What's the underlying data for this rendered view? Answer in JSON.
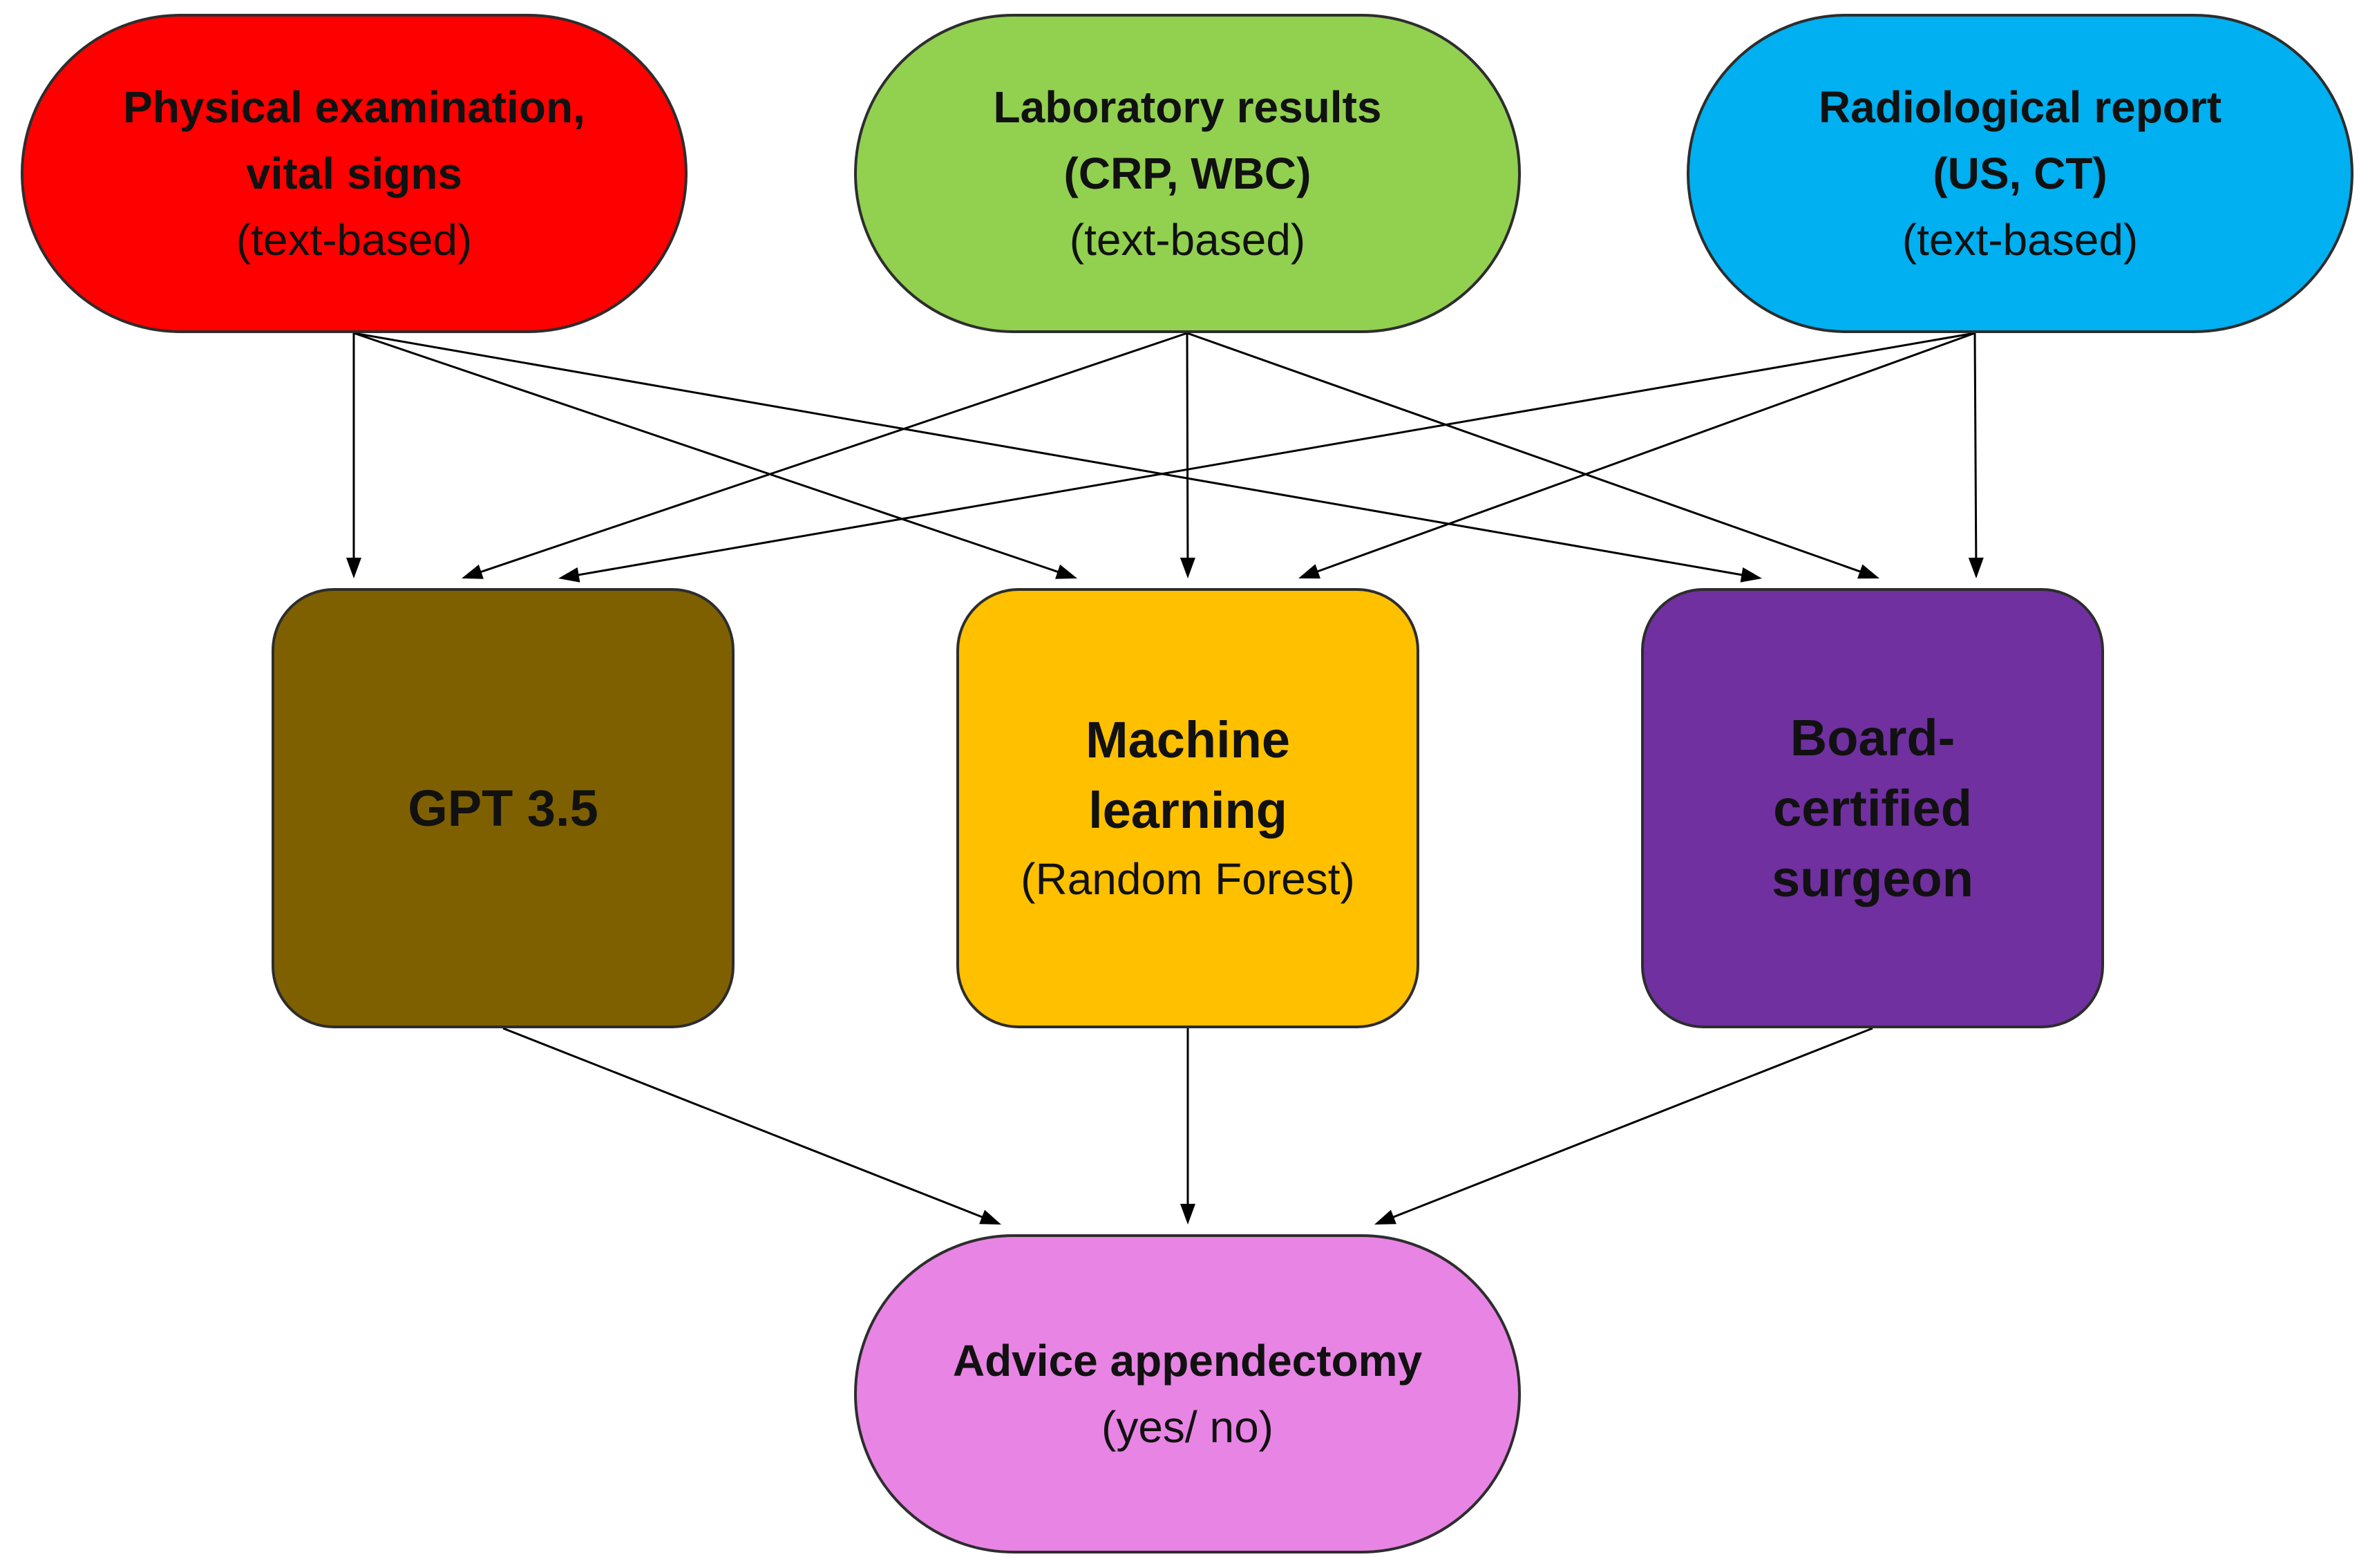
{
  "nodes": {
    "physical": {
      "title_lines": [
        "Physical examination,",
        "vital signs"
      ],
      "subtitle": "(text-based)",
      "color": "#ff0000"
    },
    "laboratory": {
      "title_lines": [
        "Laboratory results",
        "(CRP, WBC)"
      ],
      "subtitle": "(text-based)",
      "color": "#92d050"
    },
    "radiological": {
      "title_lines": [
        "Radiological report",
        "(US, CT)"
      ],
      "subtitle": "(text-based)",
      "color": "#00b0f0"
    },
    "gpt": {
      "title_lines": [
        "GPT 3.5"
      ],
      "color": "#7f6000"
    },
    "ml": {
      "title_lines": [
        "Machine",
        "learning"
      ],
      "subtitle": "(Random Forest)",
      "color": "#ffc000"
    },
    "surgeon": {
      "title_lines": [
        "Board-",
        "certified",
        "surgeon"
      ],
      "color": "#7030a0"
    },
    "advice": {
      "title_lines": [
        "Advice appendectomy"
      ],
      "subtitle": "(yes/ no)",
      "color": "#e884e4"
    }
  },
  "edges": [
    {
      "from": "physical",
      "to": "gpt"
    },
    {
      "from": "physical",
      "to": "ml"
    },
    {
      "from": "physical",
      "to": "surgeon"
    },
    {
      "from": "laboratory",
      "to": "gpt"
    },
    {
      "from": "laboratory",
      "to": "ml"
    },
    {
      "from": "laboratory",
      "to": "surgeon"
    },
    {
      "from": "radiological",
      "to": "gpt"
    },
    {
      "from": "radiological",
      "to": "ml"
    },
    {
      "from": "radiological",
      "to": "surgeon"
    },
    {
      "from": "gpt",
      "to": "advice"
    },
    {
      "from": "ml",
      "to": "advice"
    },
    {
      "from": "surgeon",
      "to": "advice"
    }
  ]
}
